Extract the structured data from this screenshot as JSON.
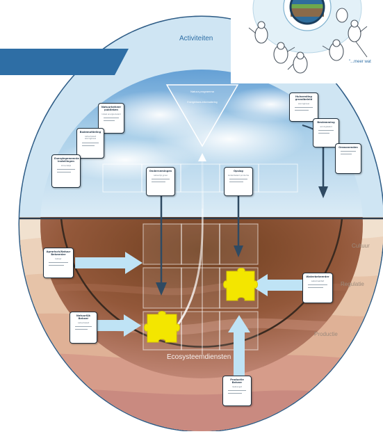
{
  "labels": {
    "activiteiten": "Activiteiten",
    "cultuur": "Cultuur",
    "regulatie": "Regulatie",
    "productie": "Productie",
    "ecosysteemdiensten": "Ecosysteemdiensten",
    "inset_caption": "\"...meer wat"
  },
  "triangle": {
    "line1": "Natuur-programma",
    "line2": "Energietrans-informatiering"
  },
  "cards": {
    "c1": {
      "title": "Natuurbeheer publieken",
      "sub": "lokaal energie-beleid"
    },
    "c2": {
      "title": "Bodemafdeling",
      "sub": "natuurbeleid woningbouw"
    },
    "c3": {
      "title": "Energiegemeente instellingen",
      "sub": "Inhoudelijk"
    },
    "c4": {
      "title": "Huisvesting grondbeleid",
      "sub": "woningbouw"
    },
    "c5": {
      "title": "Bestemming",
      "sub": "woningbeleid"
    },
    "c6": {
      "title": "Omwonenden",
      "sub": ""
    },
    "c7": {
      "title": "Ondernemingen",
      "sub": "natuurlijk groen"
    },
    "c8": {
      "title": "Opslag",
      "sub": "bodembeleid productie"
    },
    "c9": {
      "title": "Agrarisch/Natuur Beheerder",
      "sub": "beheer"
    },
    "c10": {
      "title": "Waterbeheerder",
      "sub": "waterkwaliteit"
    },
    "c11": {
      "title": "Natuurlijk Beheer",
      "sub": "natuurbeleid"
    },
    "c12": {
      "title": "Productie Beheer",
      "sub": "Opbrengst"
    }
  },
  "colors": {
    "outer_ring": "#cfe5f3",
    "sky_top": "#6fa9da",
    "soil": "#7a4a2a",
    "dark_line": "#2b3a4a",
    "arrow_light": "#bfe3f5",
    "arrow_dark": "#2f4a62",
    "puzzle": "#f3e600",
    "banner": "#2e6ea5"
  }
}
